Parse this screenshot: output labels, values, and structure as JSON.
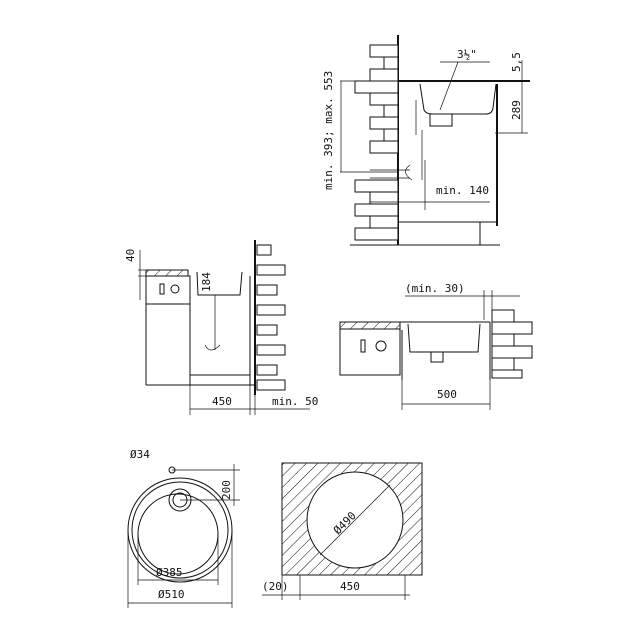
{
  "side_view_top": {
    "pipe_size": "3½\"",
    "rim": "5,5",
    "depth": "289",
    "height_range": "min. 393; max. 553",
    "min_offset": "min. 140"
  },
  "front_view_left": {
    "counter": "40",
    "bowl_depth": "184",
    "cabinet_width": "450",
    "wall_gap": "min. 50"
  },
  "front_view_right": {
    "wall_gap": "(min. 30)",
    "width": "500"
  },
  "top_view": {
    "tap_hole": "Ø34",
    "offset": "200",
    "bowl": "Ø385",
    "outer": "Ø510"
  },
  "cutout": {
    "diameter": "Ø490",
    "margin": "(20)",
    "cabinet": "450"
  }
}
